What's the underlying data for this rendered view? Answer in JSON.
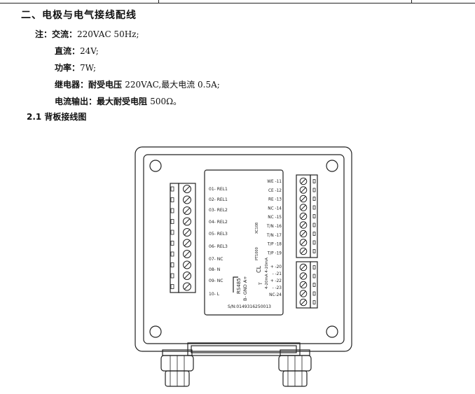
{
  "section": {
    "title": "二、电极与电气接线配线"
  },
  "notes": [
    {
      "label": "注：交流：",
      "value": "220VAC 50Hz;"
    },
    {
      "label": "直流：",
      "value": "24V;"
    },
    {
      "label": "功率：",
      "value": "7W;"
    },
    {
      "label": "继电器：耐受电压",
      "value": "220VAC,最大电流 0.5A;"
    },
    {
      "label": "电流输出：最大耐受电阻",
      "value": "500Ω。"
    }
  ],
  "subsection": {
    "title": "2.1  背板接线图"
  },
  "diagram": {
    "left_terminals": [
      "01- REL1",
      "02- REL1",
      "03- REL2",
      "04- REL2",
      "05- REL3",
      "06- REL3",
      "07-  NC",
      "08-  N",
      "09-  NC",
      "10-  L"
    ],
    "right_terminals": [
      "WE  -11",
      "CE  -12",
      "RE  -13",
      "NC  -14",
      "NC  -15",
      "T/N  -16",
      "T/N  -17",
      "T/P  -18",
      "T/P  -19",
      "+  -20",
      "-  -21",
      "+  -22",
      "-  -23",
      "NC-24"
    ],
    "side_labels": {
      "xc": "XC108",
      "pt": "PT1000",
      "cl": "CL",
      "ma": "4-20mA 4-20mA",
      "rs485": "RS485",
      "bgnd": "B-  GND  A+",
      "t": "T"
    },
    "serial": "S/N:0149316250013"
  }
}
